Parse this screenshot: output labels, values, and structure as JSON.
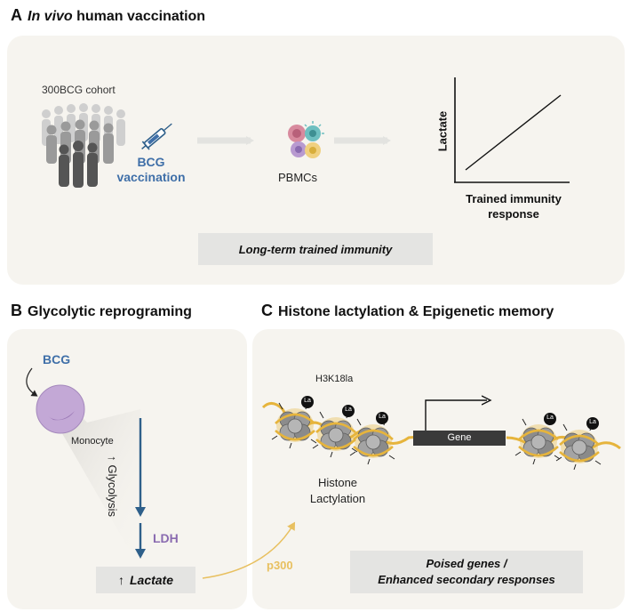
{
  "panel_a": {
    "letter": "A",
    "title_italic": "In vivo",
    "title_rest": " human vaccination",
    "cohort_label": "300BCG cohort",
    "vaccination_label_1": "BCG",
    "vaccination_label_2": "vaccination",
    "pbmcs_label": "PBMCs",
    "plot_ylabel": "Lactate",
    "plot_xlabel_1": "Trained immunity",
    "plot_xlabel_2": "response",
    "banner": "Long-term trained immunity"
  },
  "panel_b": {
    "letter": "B",
    "title": "Glycolytic reprograming",
    "bcg_label": "BCG",
    "monocyte_label": "Monocyte",
    "glycolysis_label": "Glycolysis",
    "glycolysis_arrow": "↑",
    "ldh_label": "LDH",
    "lactate_arrow": "↑",
    "lactate_label": "Lactate"
  },
  "panel_c": {
    "letter": "C",
    "title": "Histone lactylation & Epigenetic memory",
    "mark_label": "H3K18la",
    "gene_label": "Gene",
    "histone_label_1": "Histone",
    "histone_label_2": "Lactylation",
    "enzyme_label": "p300",
    "banner_1": "Poised genes /",
    "banner_2": "Enhanced secondary responses",
    "la_tag": "La"
  },
  "colors": {
    "panel_bg": "#f6f4ef",
    "bcg_blue": "#3f6fa8",
    "ldh_purple": "#8a6bb0",
    "dna_yellow": "#e6b43c",
    "p300_yellow": "#e8c060",
    "arrow_gray": "#e6e6e3",
    "pathway_blue": "#2e5f8a",
    "gene_box": "#3a3a3a"
  }
}
